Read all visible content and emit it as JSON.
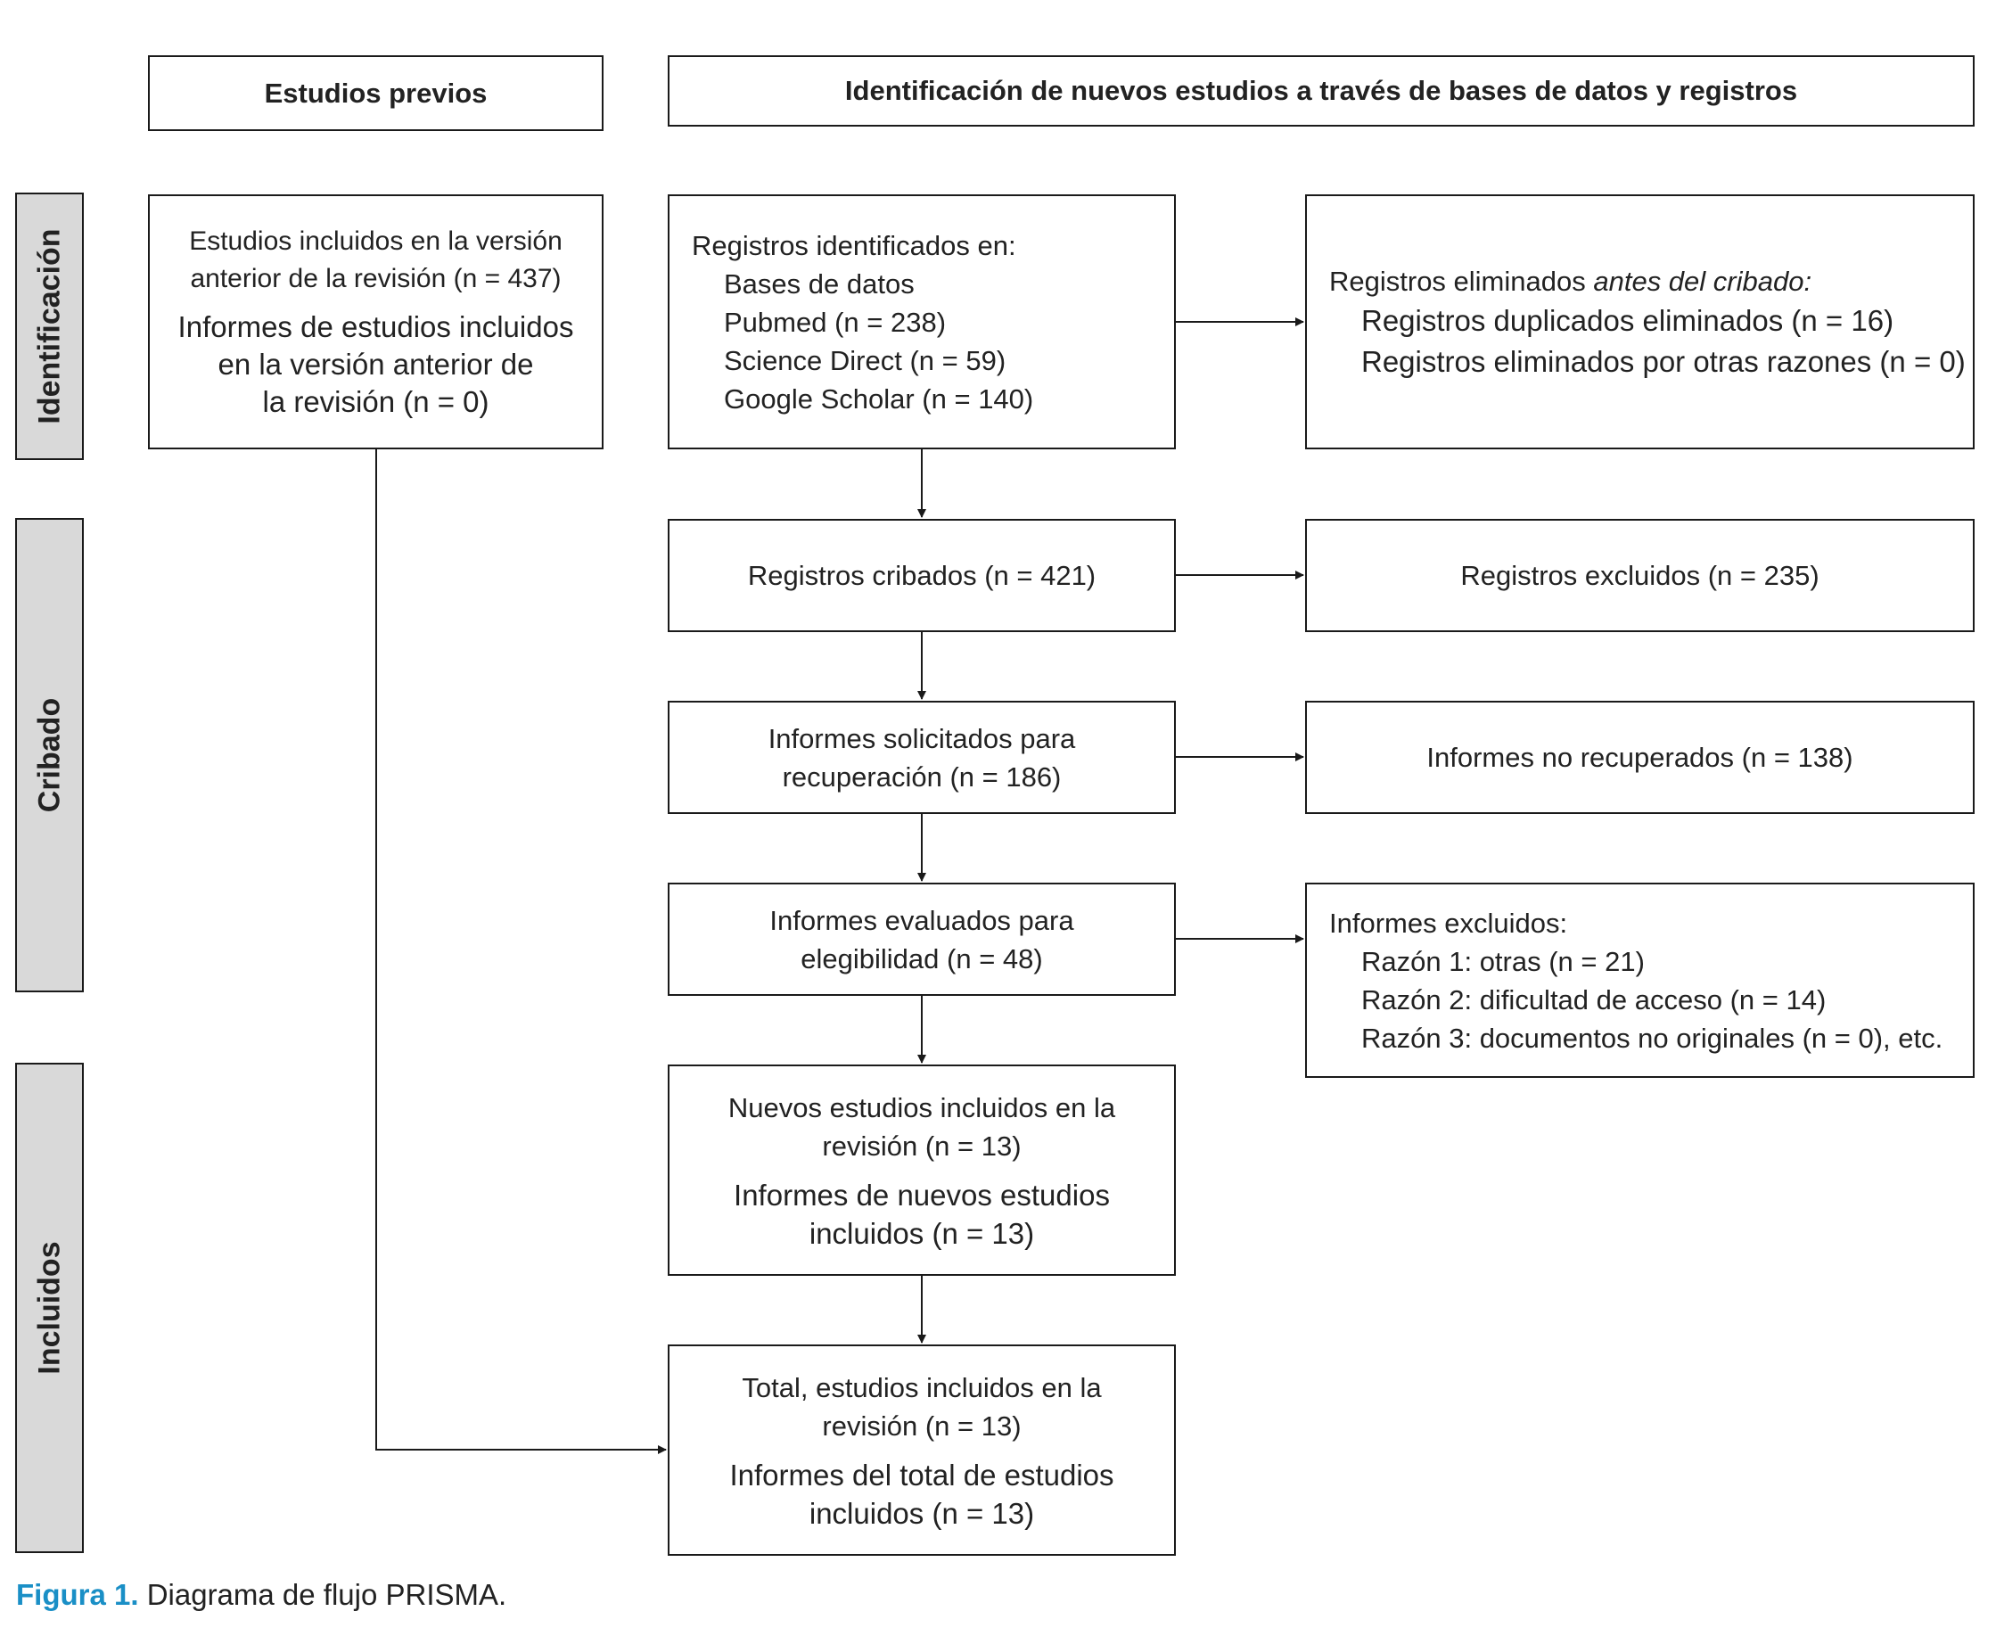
{
  "headers": {
    "previous": "Estudios previos",
    "new": "Identificación de nuevos estudios a través de bases de datos y registros"
  },
  "phases": {
    "identification": "Identificación",
    "screening": "Cribado",
    "included": "Incluidos"
  },
  "previous_studies": {
    "line1": "Estudios incluidos en la versión",
    "line2": "anterior de la revisión (n = 437)",
    "line3": "Informes de estudios incluidos",
    "line4": "en la versión anterior de",
    "line5": "la revisión (n = 0)"
  },
  "identified": {
    "title": "Registros identificados en:",
    "db": "Bases de datos",
    "pubmed": "Pubmed (n = 238)",
    "sciencedirect": "Science Direct (n = 59)",
    "scholar": "Google Scholar (n = 140)"
  },
  "removed": {
    "title_prefix": "Registros eliminados ",
    "title_italic": "antes del cribado:",
    "duplicates": "Registros duplicados eliminados (n = 16)",
    "other": "Registros eliminados por otras razones (n = 0)"
  },
  "screened": {
    "text": "Registros cribados (n = 421)"
  },
  "excluded_records": {
    "text": "Registros excluidos (n = 235)"
  },
  "sought": {
    "line1": "Informes solicitados para",
    "line2": "recuperación (n = 186)"
  },
  "not_retrieved": {
    "text": "Informes no recuperados (n = 138)"
  },
  "assessed": {
    "line1": "Informes evaluados para",
    "line2": "elegibilidad (n = 48)"
  },
  "excluded_reports": {
    "title": "Informes excluidos:",
    "reason1": "Razón 1: otras (n = 21)",
    "reason2": "Razón 2: dificultad de acceso (n = 14)",
    "reason3": "Razón 3: documentos no originales (n = 0), etc."
  },
  "new_included": {
    "line1": "Nuevos estudios incluidos en la",
    "line2": "revisión (n = 13)",
    "line3": "Informes de nuevos estudios",
    "line4": "incluidos (n = 13)"
  },
  "total": {
    "line1": "Total, estudios incluidos en la",
    "line2": "revisión (n = 13)",
    "line3": "Informes del total de estudios",
    "line4": "incluidos (n = 13)"
  },
  "caption": {
    "label": "Figura 1.",
    "text": " Diagrama de flujo PRISMA."
  }
}
